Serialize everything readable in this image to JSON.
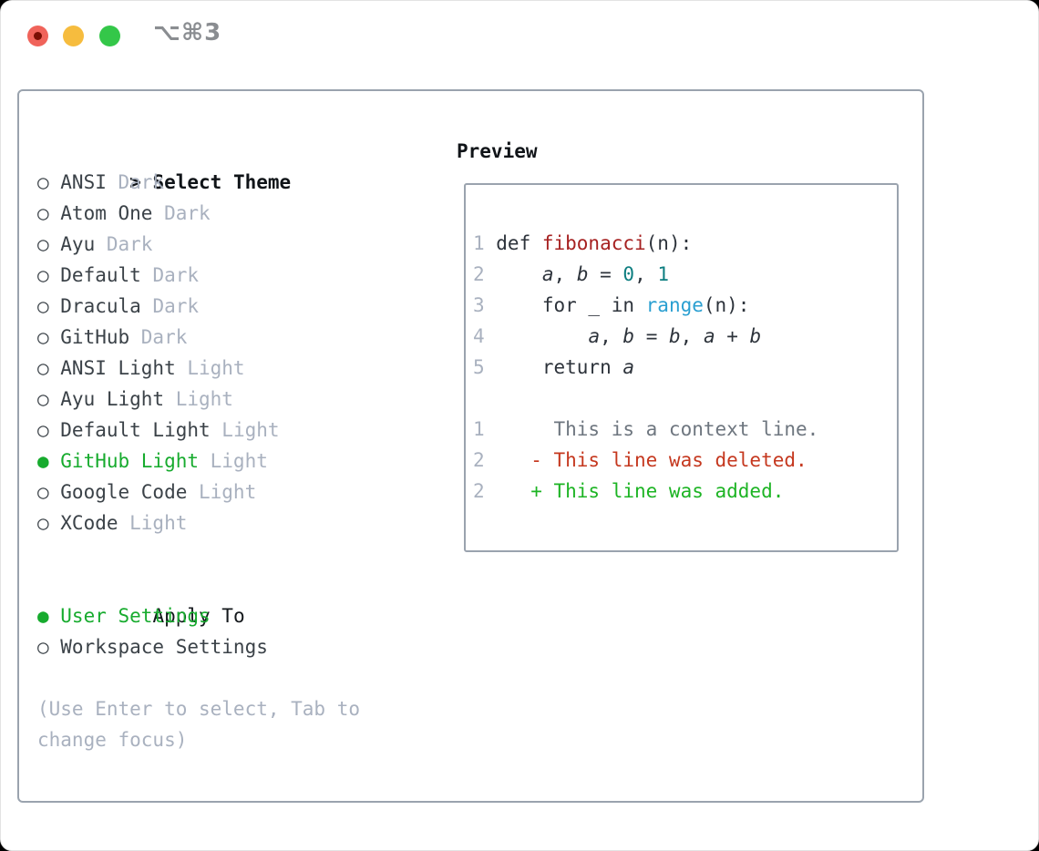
{
  "window": {
    "titlebar_shortcut": "⌥⌘3",
    "traffic_lights": {
      "close_color": "#f0635a",
      "close_dot_color": "#7a0f04",
      "minimize_color": "#f6bc3e",
      "zoom_color": "#34c749"
    }
  },
  "colors": {
    "panel_border": "#9aa3ae",
    "selected_green": "#17ab2e",
    "muted_gray": "#a9b1bf",
    "theme_name_dark": "#3b4248",
    "code_plain": "#2d333b",
    "code_function_red": "#a62121",
    "code_number_teal": "#0d7e80",
    "code_builtin_blue": "#2a9fd1",
    "diff_context_gray": "#6e767f",
    "diff_deleted_red": "#c5381f",
    "diff_added_green": "#1db424"
  },
  "icons": {
    "radio_unselected": "○",
    "radio_selected": "●"
  },
  "theme_panel": {
    "prompt": ">",
    "title": "Select Theme",
    "themes": [
      {
        "name": "ANSI",
        "variant": "Dark",
        "selected": false
      },
      {
        "name": "Atom One",
        "variant": "Dark",
        "selected": false
      },
      {
        "name": "Ayu",
        "variant": "Dark",
        "selected": false
      },
      {
        "name": "Default",
        "variant": "Dark",
        "selected": false
      },
      {
        "name": "Dracula",
        "variant": "Dark",
        "selected": false
      },
      {
        "name": "GitHub",
        "variant": "Dark",
        "selected": false
      },
      {
        "name": "ANSI Light",
        "variant": "Light",
        "selected": false
      },
      {
        "name": "Ayu Light",
        "variant": "Light",
        "selected": false
      },
      {
        "name": "Default Light",
        "variant": "Light",
        "selected": false
      },
      {
        "name": "GitHub Light",
        "variant": "Light",
        "selected": true
      },
      {
        "name": "Google Code",
        "variant": "Light",
        "selected": false
      },
      {
        "name": "XCode",
        "variant": "Light",
        "selected": false
      }
    ],
    "apply_to": {
      "title": "Apply To",
      "options": [
        {
          "label": "User Settings",
          "selected": true
        },
        {
          "label": "Workspace Settings",
          "selected": false
        }
      ]
    },
    "help_text": "(Use Enter to select, Tab to change focus)"
  },
  "preview": {
    "title": "Preview",
    "lines": [
      {
        "num": "1",
        "tokens": [
          {
            "text": "def ",
            "style": "plain"
          },
          {
            "text": "fibonacci",
            "style": "func"
          },
          {
            "text": "(n):",
            "style": "plain"
          }
        ]
      },
      {
        "num": "2",
        "tokens": [
          {
            "text": "    ",
            "style": "plain"
          },
          {
            "text": "a",
            "style": "var"
          },
          {
            "text": ", ",
            "style": "plain"
          },
          {
            "text": "b",
            "style": "var"
          },
          {
            "text": " = ",
            "style": "plain"
          },
          {
            "text": "0",
            "style": "num"
          },
          {
            "text": ", ",
            "style": "plain"
          },
          {
            "text": "1",
            "style": "num"
          }
        ]
      },
      {
        "num": "3",
        "tokens": [
          {
            "text": "    for _ in ",
            "style": "plain"
          },
          {
            "text": "range",
            "style": "builtin"
          },
          {
            "text": "(n):",
            "style": "plain"
          }
        ]
      },
      {
        "num": "4",
        "tokens": [
          {
            "text": "        ",
            "style": "plain"
          },
          {
            "text": "a",
            "style": "var"
          },
          {
            "text": ", ",
            "style": "plain"
          },
          {
            "text": "b",
            "style": "var"
          },
          {
            "text": " = ",
            "style": "plain"
          },
          {
            "text": "b",
            "style": "var"
          },
          {
            "text": ", ",
            "style": "plain"
          },
          {
            "text": "a",
            "style": "var"
          },
          {
            "text": " + ",
            "style": "plain"
          },
          {
            "text": "b",
            "style": "var"
          }
        ]
      },
      {
        "num": "5",
        "tokens": [
          {
            "text": "    return ",
            "style": "plain"
          },
          {
            "text": "a",
            "style": "var"
          }
        ]
      },
      {
        "num": "",
        "tokens": []
      },
      {
        "num": "1",
        "tokens": [
          {
            "text": "     This is a context line.",
            "style": "context"
          }
        ]
      },
      {
        "num": "2",
        "tokens": [
          {
            "text": "   - This line was deleted.",
            "style": "deleted"
          }
        ]
      },
      {
        "num": "2",
        "tokens": [
          {
            "text": "   + This line was added.",
            "style": "added"
          }
        ]
      }
    ]
  }
}
